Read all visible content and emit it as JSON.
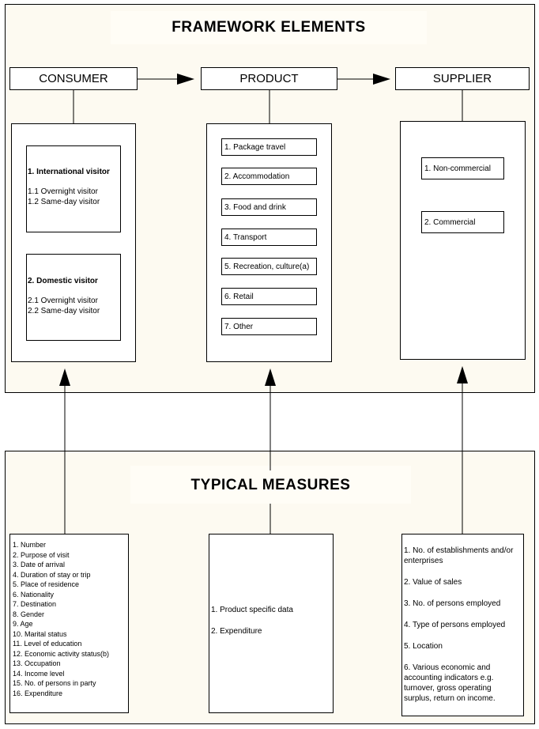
{
  "framework": {
    "title": "FRAMEWORK ELEMENTS",
    "consumer_label": "CONSUMER",
    "product_label": "PRODUCT",
    "supplier_label": "SUPPLIER",
    "consumer": {
      "international": {
        "heading": "1. International visitor",
        "items": [
          "1.1 Overnight visitor",
          "1.2 Same-day visitor"
        ]
      },
      "domestic": {
        "heading": "2. Domestic visitor",
        "items": [
          "2.1 Overnight visitor",
          "2.2 Same-day visitor"
        ]
      }
    },
    "product_items": [
      "1. Package travel",
      "2. Accommodation",
      "3. Food and drink",
      "4. Transport",
      "5. Recreation, culture(a)",
      "6. Retail",
      "7. Other"
    ],
    "supplier_items": [
      "1. Non-commercial",
      "2. Commercial"
    ]
  },
  "measures": {
    "title": "TYPICAL MEASURES",
    "consumer_items": [
      "1. Number",
      "2. Purpose of visit",
      "3. Date of arrival",
      "4. Duration of stay or trip",
      "5. Place of residence",
      "6. Nationality",
      "7. Destination",
      "8. Gender",
      "9. Age",
      "10. Marital status",
      "11. Level of education",
      "12. Economic activity status(b)",
      "13. Occupation",
      "14. Income level",
      "15. No. of persons in party",
      "16. Expenditure"
    ],
    "product_items": [
      "1. Product specific data",
      "2. Expenditure"
    ],
    "supplier_items": [
      "1. No. of establishments and/or enterprises",
      "2. Value of sales",
      "3. No. of persons employed",
      "4. Type of persons employed",
      "5. Location",
      "6. Various economic and accounting indicators e.g. turnover, gross operating surplus, return on income."
    ]
  }
}
